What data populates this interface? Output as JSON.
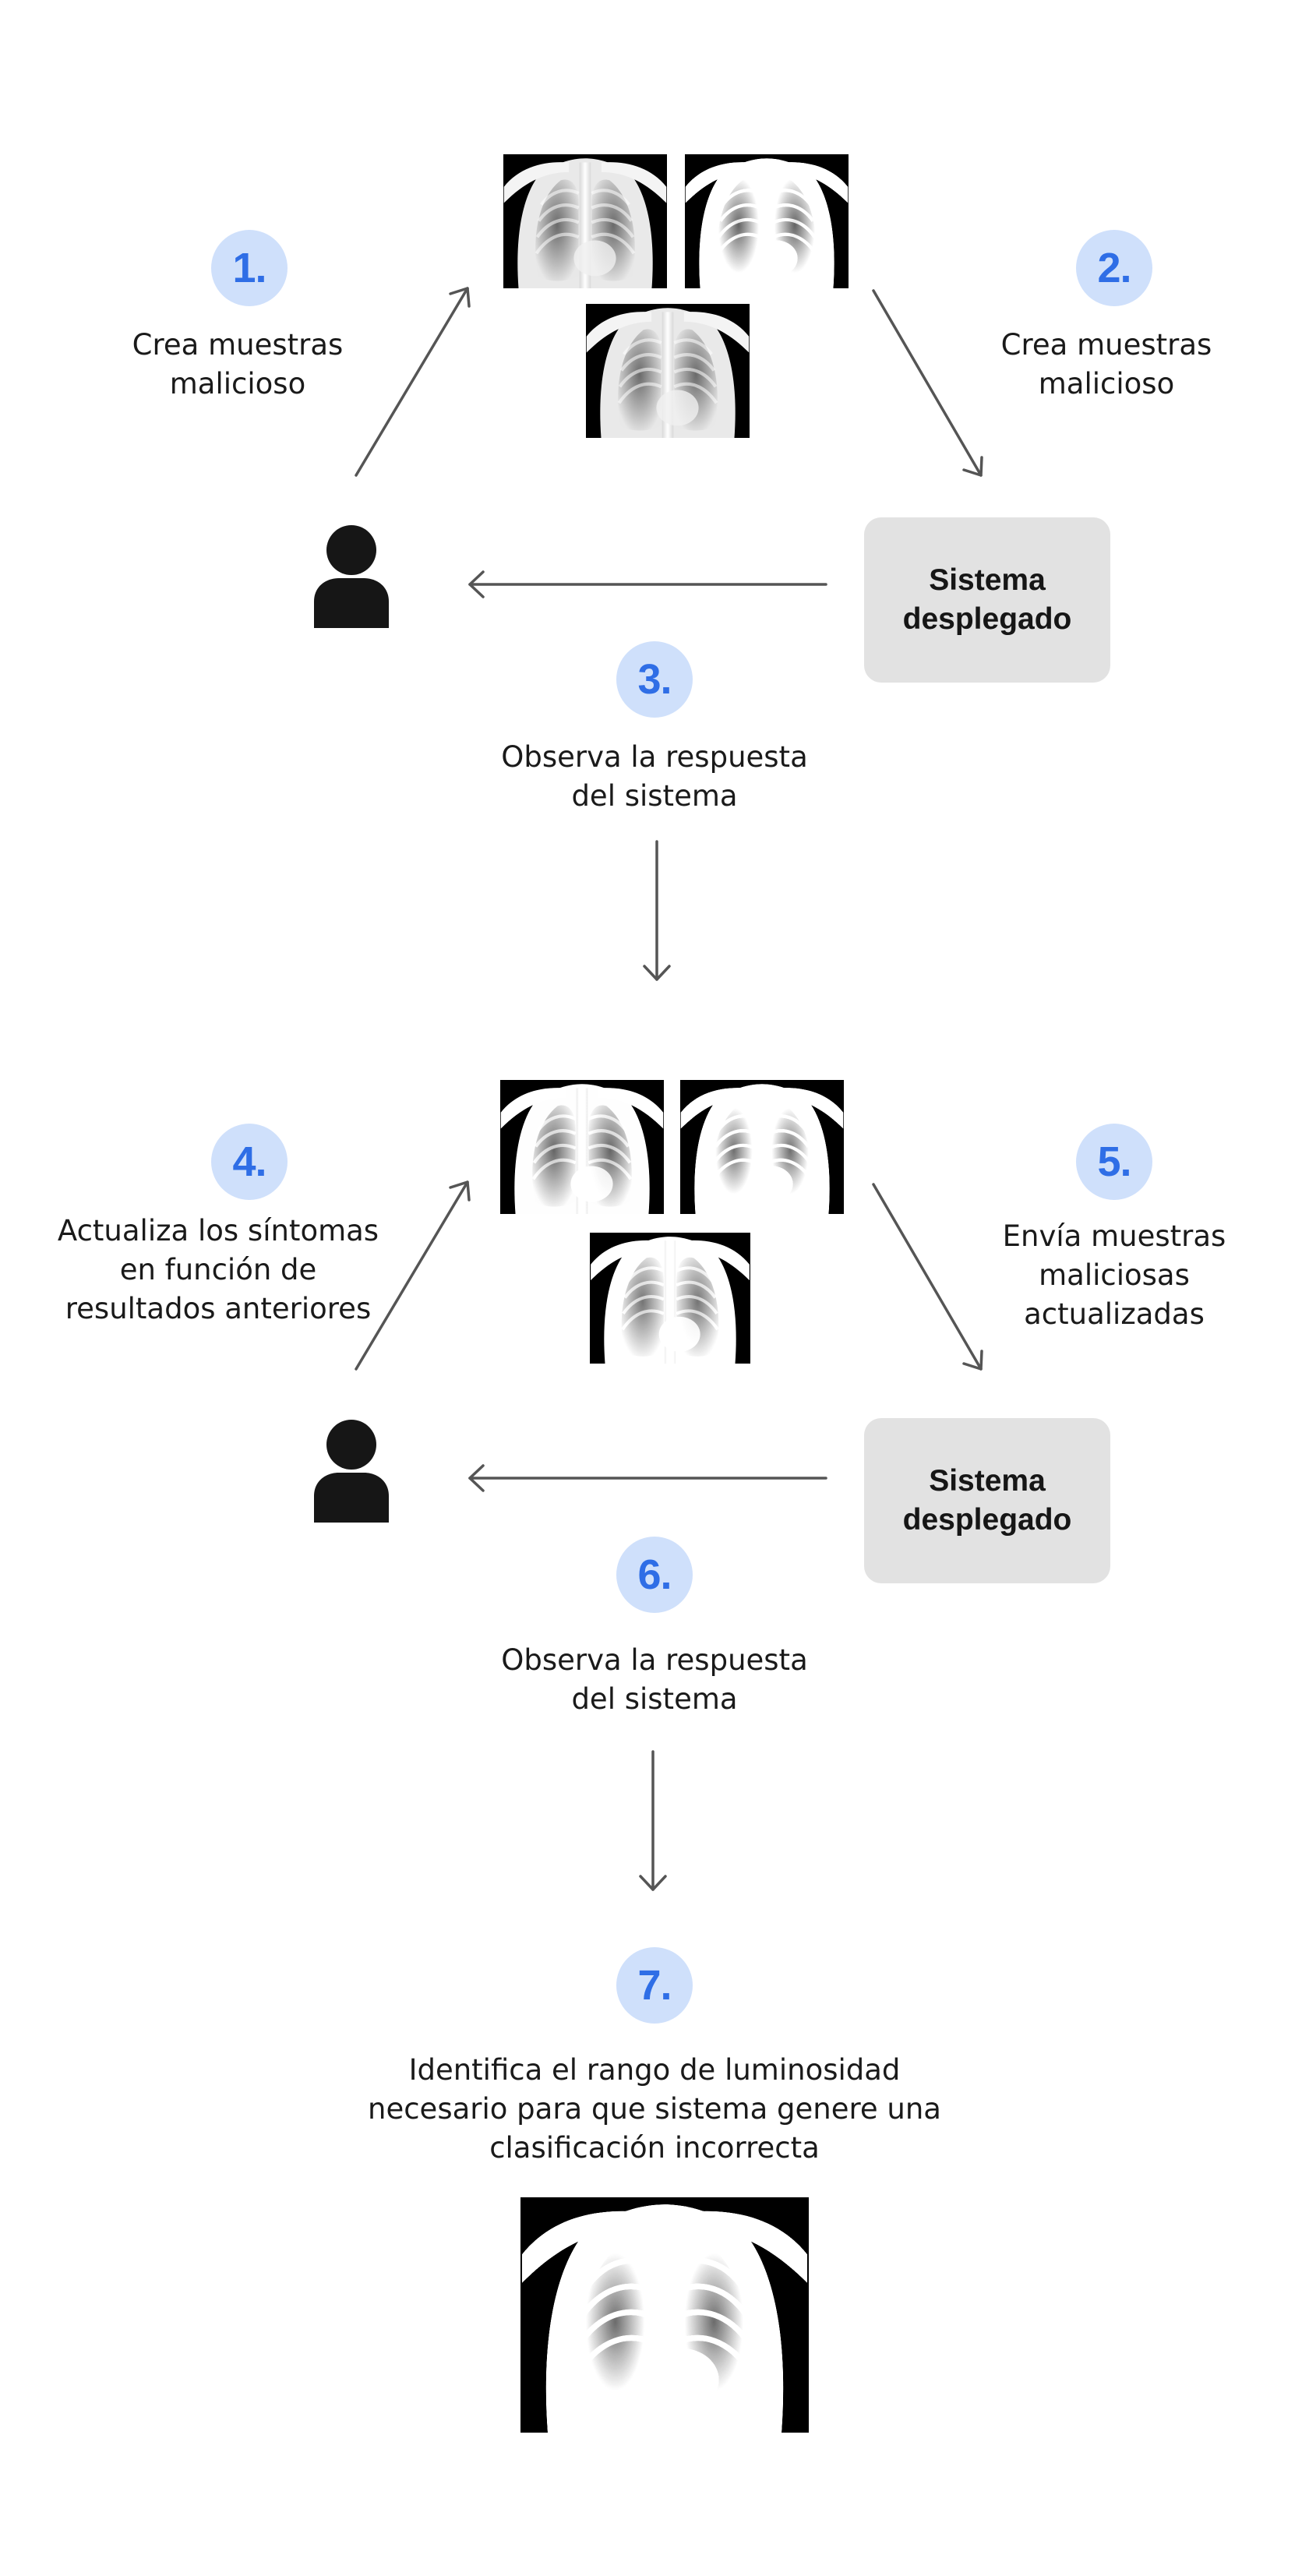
{
  "colors": {
    "badge_fill": "#cfe0fb",
    "badge_text": "#2f6ee6",
    "system_box": "#e2e2e2",
    "arrow": "#555555",
    "user_icon": "#161616"
  },
  "icons": {
    "user": "user-icon",
    "xray": "chest-xray-image",
    "arrow": "arrow-icon"
  },
  "steps": [
    {
      "number": "1.",
      "text": "Crea muestras\nmalicioso"
    },
    {
      "number": "2.",
      "text": "Crea muestras\nmalicioso"
    },
    {
      "number": "3.",
      "text": "Observa la respuesta\ndel sistema"
    },
    {
      "number": "4.",
      "text": "Actualiza los síntomas\nen función de\nresultados anteriores"
    },
    {
      "number": "5.",
      "text": "Envía muestras\nmaliciosas\nactualizadas"
    },
    {
      "number": "6.",
      "text": "Observa la respuesta\ndel sistema"
    },
    {
      "number": "7.",
      "text": "Identifica el rango de luminosidad\nnecesario para que sistema genere una\nclasificación incorrecta"
    }
  ],
  "system": {
    "label_1": "Sistema\ndesplegado",
    "label_2": "Sistema\ndesplegado"
  }
}
